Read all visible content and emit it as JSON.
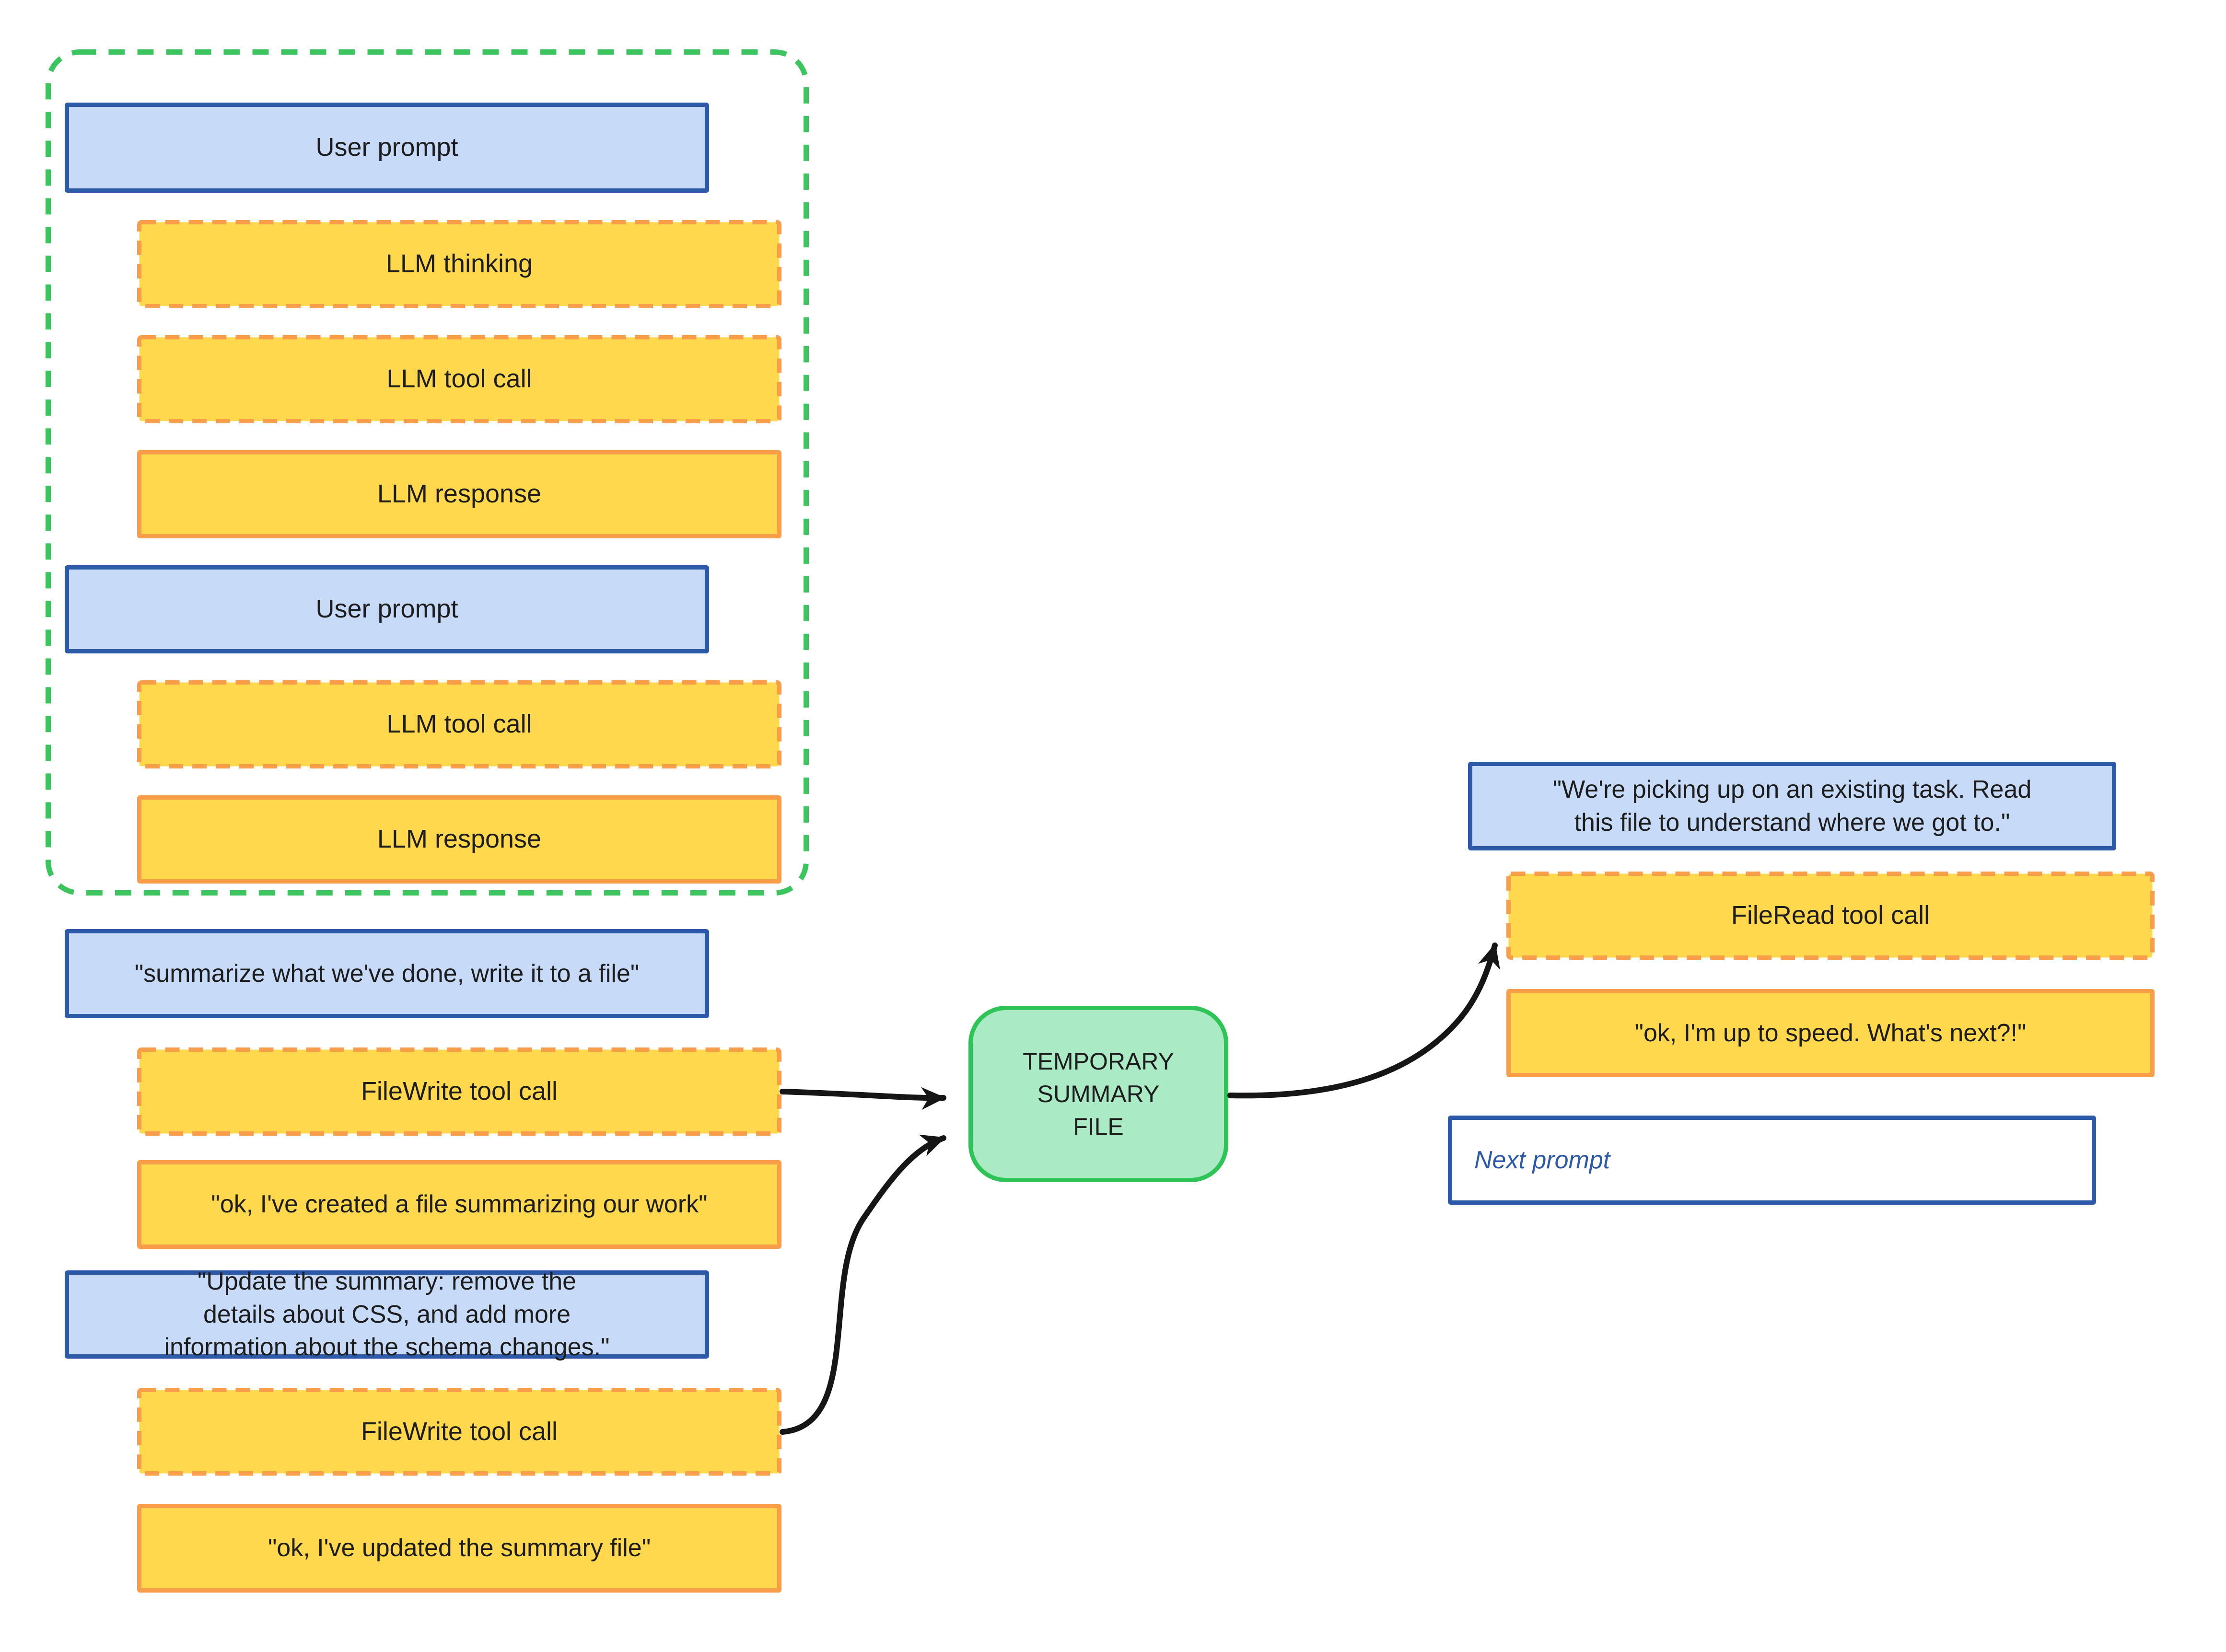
{
  "title": "LLM conversation summary file diagram",
  "colors": {
    "user_box_fill": "#c7dbf8",
    "user_box_border": "#2d5aa8",
    "llm_box_fill": "#ffd84e",
    "llm_box_border": "#f89e4b",
    "loop_group_border": "#3cc45f",
    "file_node_fill": "#aaeac5",
    "file_node_border": "#2fc457",
    "arrow": "#161616",
    "next_prompt_text": "#2d5aa8",
    "background": "#ffffff"
  },
  "conversation_loop": {
    "boxes": [
      {
        "label": "User prompt",
        "kind": "user_prompt"
      },
      {
        "label": "LLM thinking",
        "kind": "llm_thinking"
      },
      {
        "label": "LLM tool call",
        "kind": "llm_tool_call"
      },
      {
        "label": "LLM response",
        "kind": "llm_response"
      },
      {
        "label": "User prompt",
        "kind": "user_prompt"
      },
      {
        "label": "LLM tool call",
        "kind": "llm_tool_call"
      },
      {
        "label": "LLM response",
        "kind": "llm_response"
      }
    ]
  },
  "summarize_flow": {
    "boxes": [
      {
        "label": "\"summarize what we've done, write it to a file\"",
        "kind": "user_prompt"
      },
      {
        "label": "FileWrite tool call",
        "kind": "llm_tool_call"
      },
      {
        "label": "\"ok, I've created a file summarizing our work\"",
        "kind": "llm_response"
      },
      {
        "label": "\"Update the summary: remove the details about CSS, and add more information about the schema changes.\"",
        "kind": "user_prompt"
      },
      {
        "label": "FileWrite tool call",
        "kind": "llm_tool_call"
      },
      {
        "label": "\"ok, I've updated the summary file\"",
        "kind": "llm_response"
      }
    ]
  },
  "file_node": {
    "label": "TEMPORARY\nSUMMARY\nFILE"
  },
  "resume_flow": {
    "boxes": [
      {
        "label": "\"We're picking up on an existing task. Read this file to understand where we got to.\"",
        "kind": "user_prompt"
      },
      {
        "label": "FileRead tool call",
        "kind": "llm_tool_call"
      },
      {
        "label": "\"ok, I'm up to speed. What's next?!\"",
        "kind": "llm_response"
      }
    ],
    "next_prompt": {
      "label": "Next prompt"
    }
  },
  "arrows": [
    {
      "name": "filewrite-1-to-summary-file",
      "from": "FileWrite tool call (first)",
      "to": "TEMPORARY SUMMARY FILE"
    },
    {
      "name": "filewrite-2-to-summary-file",
      "from": "FileWrite tool call (second)",
      "to": "TEMPORARY SUMMARY FILE"
    },
    {
      "name": "summary-file-to-fileread",
      "from": "TEMPORARY SUMMARY FILE",
      "to": "FileRead tool call"
    }
  ]
}
